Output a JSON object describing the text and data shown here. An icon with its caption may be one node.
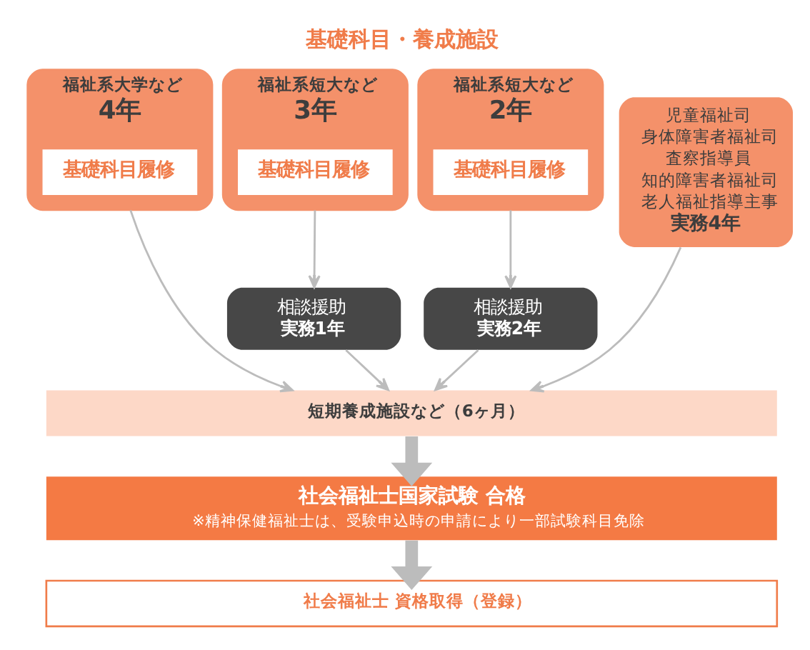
{
  "diagram": {
    "title": "基礎科目・養成施設",
    "nodes": [
      {
        "text": [
          "福祉系大学など",
          "4年"
        ]
      },
      {
        "text": [
          "基礎科目履修"
        ],
        "in": 0
      },
      {
        "text": [
          "福祉系短大など",
          "3年"
        ]
      },
      {
        "text": [
          "基礎科目履修"
        ],
        "in": 2
      },
      {
        "text": [
          "福祉系短大など",
          "2年"
        ]
      },
      {
        "text": [
          "基礎科目履修"
        ],
        "in": 4
      },
      {
        "text": [
          "児童福祉司",
          "身体障害者福祉司",
          "査察指導員",
          "知的障害者福祉司",
          "老人福祉指導主事",
          "実務4年"
        ]
      },
      {
        "text": [
          "相談援助",
          "実務1年"
        ]
      },
      {
        "text": [
          "相談援助",
          "実務2年"
        ]
      },
      {
        "text": [
          "短期養成施設など（6ヶ月）"
        ]
      },
      {
        "text": [
          "社会福祉士国家試験 合格",
          "※精神保健福祉士は、受験申込時の申請により一部試験科目免除"
        ]
      },
      {
        "text": [
          "社会福祉士 資格取得（登録）"
        ]
      }
    ],
    "edges": [
      {
        "from": 2,
        "to": 7,
        "arrow": "to"
      },
      {
        "from": 4,
        "to": 8,
        "arrow": "to"
      },
      {
        "from": 0,
        "to": 9,
        "arrow": "to"
      },
      {
        "from": 7,
        "to": 9,
        "arrow": "to"
      },
      {
        "from": 8,
        "to": 9,
        "arrow": "to"
      },
      {
        "from": 6,
        "to": 9,
        "arrow": "to"
      },
      {
        "from": 9,
        "to": 10,
        "arrow": "to",
        "style": "thick"
      },
      {
        "from": 10,
        "to": 11,
        "arrow": "to",
        "style": "thick"
      }
    ]
  }
}
